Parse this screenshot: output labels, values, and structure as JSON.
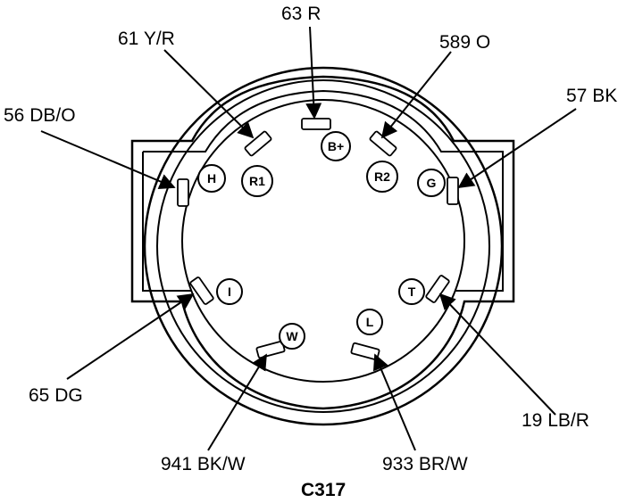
{
  "connector": {
    "name": "C317"
  },
  "wires": [
    {
      "id": "63",
      "label": "63 R"
    },
    {
      "id": "61",
      "label": "61 Y/R"
    },
    {
      "id": "589",
      "label": "589 O"
    },
    {
      "id": "56",
      "label": "56 DB/O"
    },
    {
      "id": "57",
      "label": "57 BK"
    },
    {
      "id": "65",
      "label": "65 DG"
    },
    {
      "id": "19",
      "label": "19 LB/R"
    },
    {
      "id": "941",
      "label": "941 BK/W"
    },
    {
      "id": "933",
      "label": "933 BR/W"
    }
  ],
  "pins": [
    {
      "id": "B+",
      "label": "B+"
    },
    {
      "id": "R1",
      "label": "R1"
    },
    {
      "id": "R2",
      "label": "R2"
    },
    {
      "id": "H",
      "label": "H"
    },
    {
      "id": "G",
      "label": "G"
    },
    {
      "id": "I",
      "label": "I"
    },
    {
      "id": "T",
      "label": "T"
    },
    {
      "id": "W",
      "label": "W"
    },
    {
      "id": "L",
      "label": "L"
    }
  ]
}
